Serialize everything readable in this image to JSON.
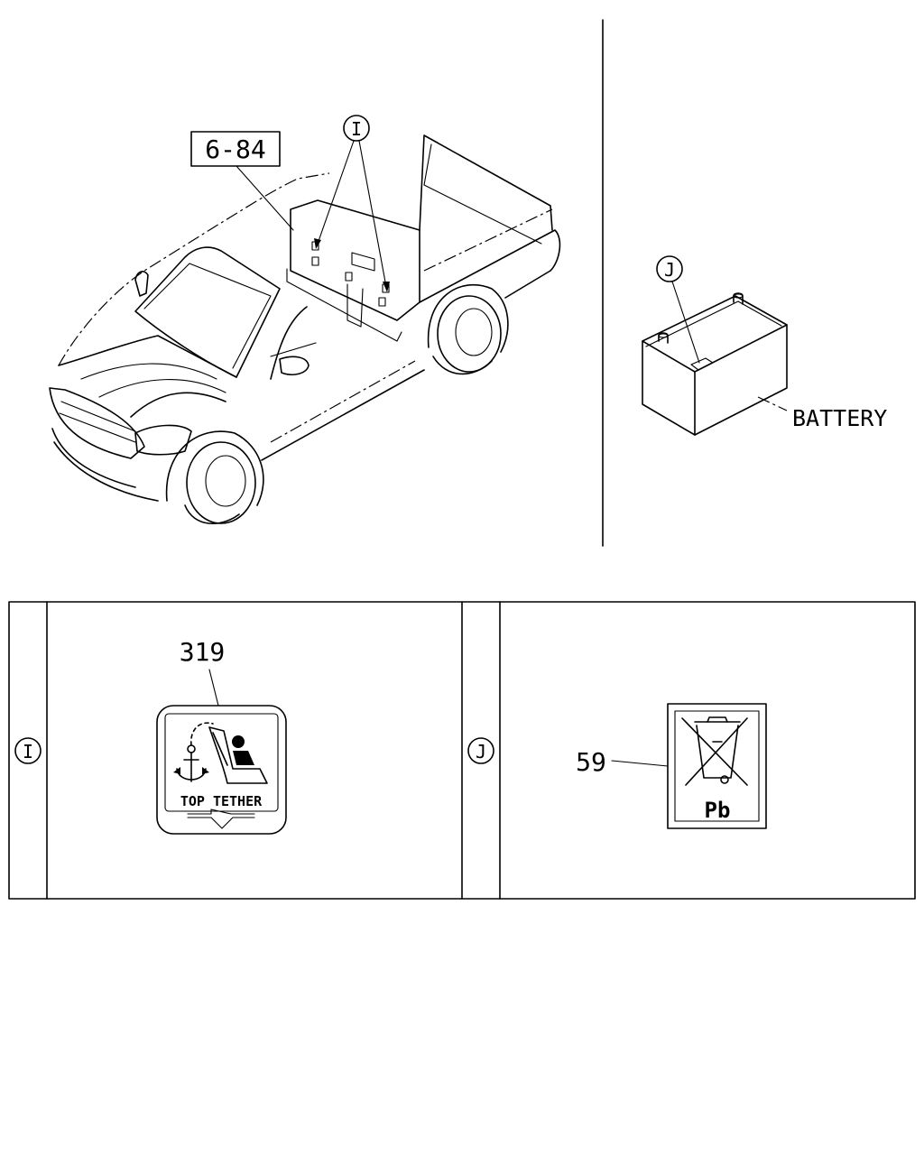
{
  "diagram": {
    "callouts": {
      "ref_box": "6-84",
      "truck_marker": "I",
      "battery_marker": "J",
      "battery_label": "BATTERY"
    },
    "panels": [
      {
        "marker": "I",
        "part_number": "319",
        "label_text": "TOP TETHER"
      },
      {
        "marker": "J",
        "part_number": "59",
        "label_text": "Pb"
      }
    ]
  }
}
